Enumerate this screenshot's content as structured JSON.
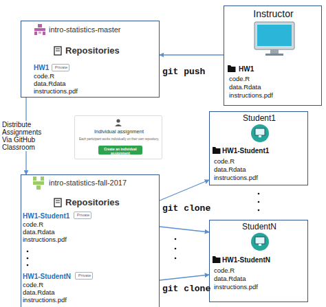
{
  "diagram": {
    "nodes": [
      {
        "text": [
          "intro-statistics-master",
          "Repositories",
          "HW1",
          "code.R",
          "data.Rdata",
          "instructions.pdf"
        ]
      },
      {
        "text": [
          "Private"
        ],
        "in": 0
      },
      {
        "text": [
          "Instructor",
          "HW1",
          "code.R",
          "data.Rdata",
          "instructions.pdf"
        ]
      },
      {
        "text": [
          "Individual assignment",
          "Each participant works individually on their own repository."
        ]
      },
      {
        "text": [
          "Create an individual assignment"
        ],
        "in": 3
      },
      {
        "text": [
          "Student1",
          "HW1-Student1",
          "code.R",
          "data.Rdata",
          "instructions.pdf"
        ]
      },
      {
        "text": [
          "intro-statistics-fall-2017",
          "Repositories",
          "HW1-Student1",
          "code.R",
          "data.Rdata",
          "instructions.pdf",
          "HW1-StudentN",
          "code.R",
          "data.Rdata",
          "instructions.pdf"
        ]
      },
      {
        "text": [
          "Private"
        ],
        "in": 6
      },
      {
        "text": [
          "Private"
        ],
        "in": 6
      },
      {
        "text": [
          "StudentN",
          "HW1-StudentN",
          "code.R",
          "data.Rdata",
          "instructions.pdf"
        ]
      }
    ],
    "edges": [
      {
        "from": 2,
        "to": 0,
        "arrow": "to",
        "label": "git push"
      },
      {
        "from": 0,
        "to": 6,
        "arrow": "to",
        "label": "Distribute Assignments Via GitHub Classroom"
      },
      {
        "from": 6,
        "to": 5,
        "arrow": "to",
        "label": "git clone"
      },
      {
        "from": 6,
        "to": 9,
        "arrow": "to"
      },
      {
        "from": 6,
        "to": 9,
        "arrow": "to",
        "label": "git clone"
      }
    ]
  }
}
